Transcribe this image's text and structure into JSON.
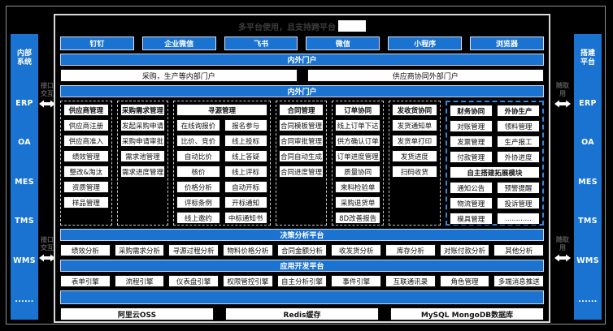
{
  "title": {
    "text": "多平台使用，且支持跨平台",
    "redacted": true
  },
  "colors": {
    "accent_blue": "#1a73d1",
    "group_dash_blue": "#3583e0",
    "background": "#000000",
    "box_white": "#ffffff"
  },
  "left_sidebar": {
    "title": "内部\n系统",
    "items": [
      "ERP",
      "OA",
      "MES",
      "TMS",
      "WMS",
      "......"
    ]
  },
  "right_sidebar": {
    "title": "搭建\n平台",
    "items": [
      "ERP",
      "OA",
      "MES",
      "TMS",
      "WMS",
      "......"
    ]
  },
  "connectors": {
    "left_label": "接口\n交互",
    "right_label": "随取\n用"
  },
  "apps": [
    "钉钉",
    "企业微信",
    "飞书",
    "微信",
    "小程序",
    "浏览器"
  ],
  "portal_bar": "内外门户",
  "portals": [
    "采购，生产等内部门户",
    "供应商协同外部门户"
  ],
  "business_bar": "内外门户",
  "business": {
    "groups": [
      {
        "span": 1,
        "header": "供应商管理",
        "rows": [
          [
            "供应商注册"
          ],
          [
            "供应商准入"
          ],
          [
            "绩效管理"
          ],
          [
            "整改&淘汰"
          ],
          [
            "资质管理"
          ],
          [
            "样品管理"
          ]
        ]
      },
      {
        "span": 1,
        "header": "采购需求管理",
        "rows": [
          [
            "发起采购申请"
          ],
          [
            "采购申请审批"
          ],
          [
            "需求池管理"
          ],
          [
            "需求进度管理"
          ]
        ]
      },
      {
        "span": 2,
        "header": "寻源管理",
        "rows": [
          [
            "在线询报价",
            "报名参与"
          ],
          [
            "比价、竞价",
            "线上投标"
          ],
          [
            "自动比价",
            "线上答疑"
          ],
          [
            "核价",
            "线上评标"
          ],
          [
            "价格分析",
            "自动开标"
          ],
          [
            "评标条例",
            "开标通知"
          ],
          [
            "线上邀约",
            "中标通知书"
          ]
        ]
      },
      {
        "span": 1,
        "header": "合同管理",
        "rows": [
          [
            "合同模板管理"
          ],
          [
            "合同审批管理"
          ],
          [
            "合同自动生成"
          ],
          [
            "合同进度管理"
          ]
        ]
      },
      {
        "span": 1,
        "header": "订单协同",
        "rows": [
          [
            "线上订单下达"
          ],
          [
            "供方确认订单"
          ],
          [
            "订单进度管理"
          ],
          [
            "质量协同"
          ],
          [
            "来料检验单"
          ],
          [
            "采购退货单"
          ],
          [
            "8D改善报告"
          ]
        ]
      },
      {
        "span": 1,
        "header": "发收货协同",
        "rows": [
          [
            "发货通知单"
          ],
          [
            "发货单打印"
          ],
          [
            "发货进度"
          ],
          [
            "扫码收货"
          ]
        ]
      },
      {
        "span": 2,
        "accent": true,
        "headers": [
          "财务协同",
          "外协生产"
        ],
        "rows": [
          [
            "对账管理",
            "领料管理"
          ],
          [
            "发票管理",
            "生产报工"
          ],
          [
            "付款管理",
            "外协进度"
          ]
        ],
        "extension": {
          "header": "自主搭建拓展模块",
          "rows": [
            [
              "通知公告",
              "预警提醒"
            ],
            [
              "物流管理",
              "投诉管理"
            ],
            [
              "模具管理",
              "............"
            ]
          ]
        }
      }
    ]
  },
  "analysis": {
    "bar": "决策分析平台",
    "items": [
      "绩效分析",
      "采购需求分析",
      "寻源过程分析",
      "物料价格分析",
      "合同金额分析",
      "收发货分析",
      "库存分析",
      "对账付款分析",
      "其他分析"
    ]
  },
  "dev": {
    "bar": "应用开发平台",
    "items": [
      "表单引擎",
      "流程引擎",
      "仪表盘引擎",
      "权限管控引擎",
      "自主分析引擎",
      "事件引擎",
      "互联通讯录",
      "角色管理",
      "多端消息推送"
    ]
  },
  "storage": [
    "阿里云OSS",
    "Redis缓存",
    "MySQL MongoDB数据库"
  ]
}
